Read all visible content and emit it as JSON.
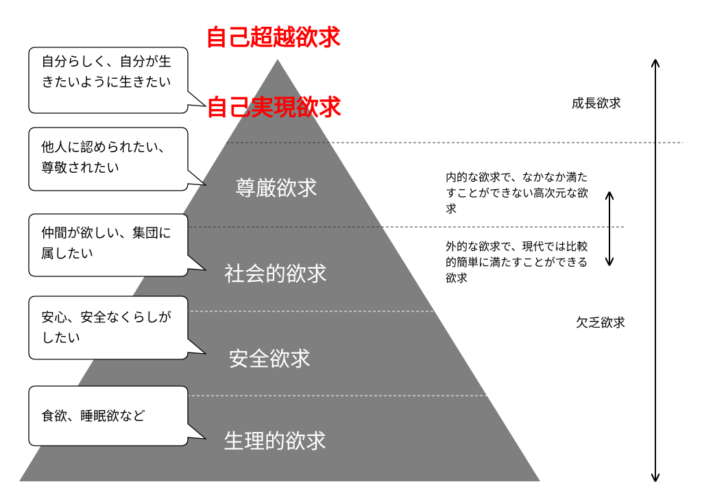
{
  "pyramid": {
    "top_outside": "自己超越欲求",
    "levels": [
      {
        "name": "自己実現欲求",
        "bubble": "自分らしく、自分が生きたいように生きたい"
      },
      {
        "name": "尊厳欲求",
        "bubble": "他人に認められたい、尊敬されたい"
      },
      {
        "name": "社会的欲求",
        "bubble": "仲間が欲しい、集団に属したい"
      },
      {
        "name": "安全欲求",
        "bubble": "安心、安全なくらしがしたい"
      },
      {
        "name": "生理的欲求",
        "bubble": "食欲、睡眠欲など"
      }
    ]
  },
  "annotations": {
    "internal": "内的な欲求で、なかなか満たすことができない高次元な欲求",
    "external": "外的な欲求で、現代では比較的簡単に満たすことができる欲求"
  },
  "categories": {
    "growth": "成長欲求",
    "deficiency": "欠乏欲求"
  },
  "colors": {
    "pyramid_fill": "#7f7f7f",
    "highlight_text": "#ff0000",
    "tier_text": "#ffffff"
  }
}
